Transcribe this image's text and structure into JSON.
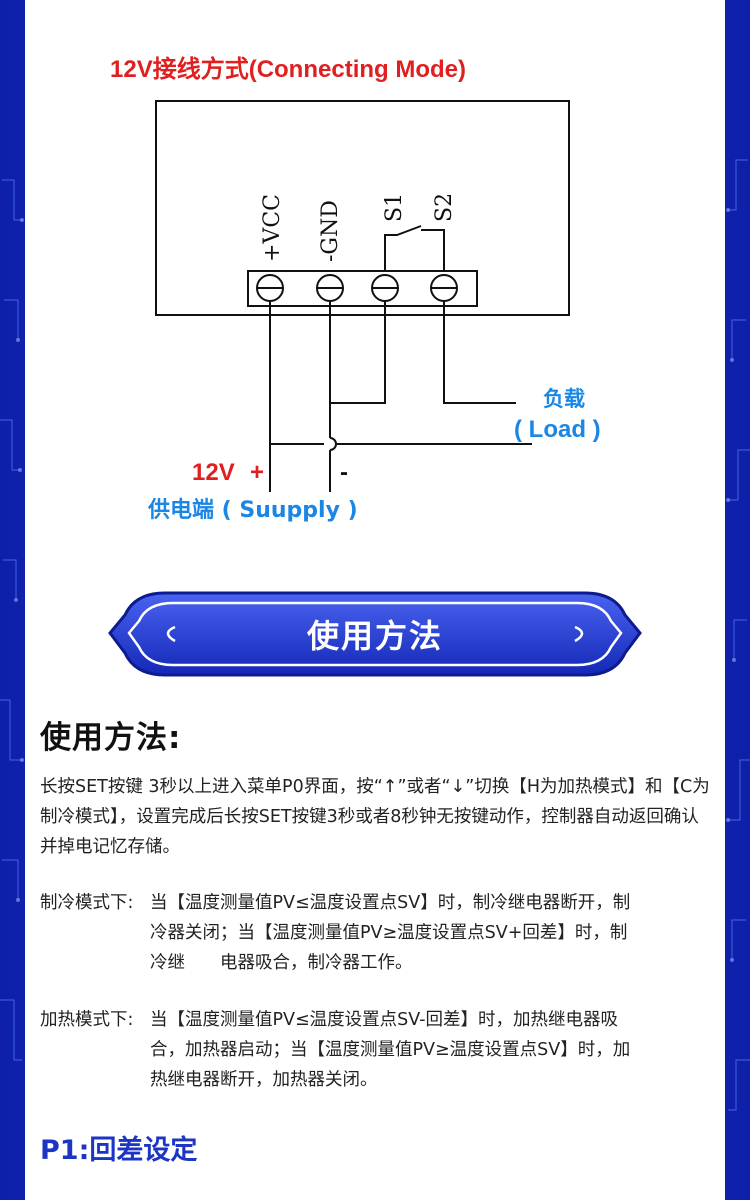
{
  "diagram": {
    "title": "12V接线方式(Connecting Mode)",
    "terminals": [
      "+VCC",
      "-GND",
      "S1",
      "S2"
    ],
    "load_cn": "负载",
    "load_en": "( Load )",
    "supply_voltage": "12V",
    "supply_plus": "+",
    "supply_minus": "-",
    "supply_label": "供电端 ( Suupply )"
  },
  "banner": {
    "title": "使用方法"
  },
  "content": {
    "heading": "使用方法:",
    "intro": "长按SET按键 3秒以上进入菜单P0界面，按“↑”或者“↓”切换【H为加热模式】和【C为制冷模式】，设置完成后长按SET按键3秒或者8秒钟无按键动作，控制器自动返回确认并掉电记忆存储。",
    "cooling": {
      "label": "制冷模式下:",
      "line1": "当【温度测量值PV≤温度设置点SV】时，制冷继电器断开，制",
      "line2": "冷器关闭；当【温度测量值PV≥温度设置点SV+回差】时，制",
      "line3": "冷继　　电器吸合，制冷器工作。"
    },
    "heating": {
      "label": "加热模式下:",
      "line1": "当【温度测量值PV≤温度设置点SV-回差】时，加热继电器吸",
      "line2": "合，加热器启动；当【温度测量值PV≥温度设置点SV】时，加",
      "line3": "热继电器断开，加热器关闭。"
    },
    "p1_heading": "P1:回差设定"
  },
  "colors": {
    "background_blue": "#1a2fc8",
    "accent_blue": "#1c35c4",
    "red": "#e02020",
    "cyan": "#1a86e6"
  }
}
